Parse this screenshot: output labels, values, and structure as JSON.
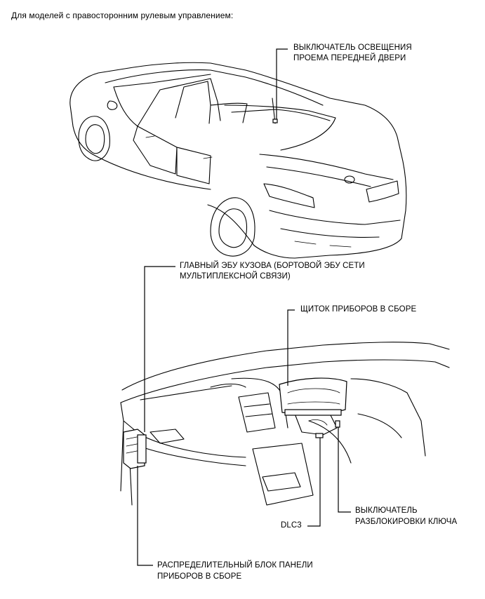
{
  "heading": "Для моделей с правосторонним рулевым управлением:",
  "labels": {
    "door_switch_l1": "ВЫКЛЮЧАТЕЛЬ ОСВЕЩЕНИЯ",
    "door_switch_l2": "ПРОЕМА ПЕРЕДНЕЙ ДВЕРИ",
    "body_ecu_l1": "ГЛАВНЫЙ ЭБУ КУЗОВА (БОРТОВОЙ ЭБУ СЕТИ",
    "body_ecu_l2": "МУЛЬТИПЛЕКСНОЙ СВЯЗИ)",
    "cluster": "ЩИТОК ПРИБОРОВ В СБОРЕ",
    "unlock_switch_l1": "ВЫКЛЮЧАТЕЛЬ",
    "unlock_switch_l2": "РАЗБЛОКИРОВКИ КЛЮЧА",
    "dlc3": "DLC3",
    "junction_block_l1": "РАСПРЕДЕЛИТЕЛЬНЫЙ БЛОК ПАНЕЛИ",
    "junction_block_l2": "ПРИБОРОВ В СБОРЕ"
  }
}
